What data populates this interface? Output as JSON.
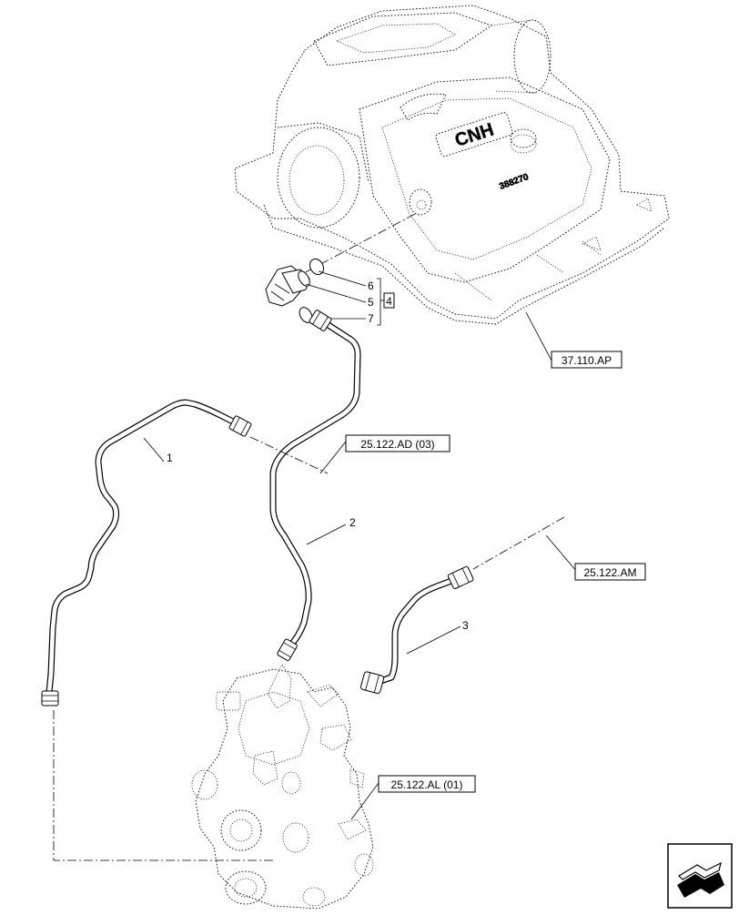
{
  "references": {
    "housing": "37.110.AP",
    "pipe_bracket": "25.122.AD (03)",
    "pipe_three": "25.122.AM",
    "valve_block": "25.122.AL (01)"
  },
  "callouts": {
    "pipe_1": "1",
    "pipe_2": "2",
    "pipe_3": "3",
    "kit": "4",
    "o_ring_upper": "6",
    "elbow_fitting": "5",
    "o_ring_lower": "7"
  },
  "housing_logo": "CNH",
  "nav_icon": "next-page-arrow-icon"
}
